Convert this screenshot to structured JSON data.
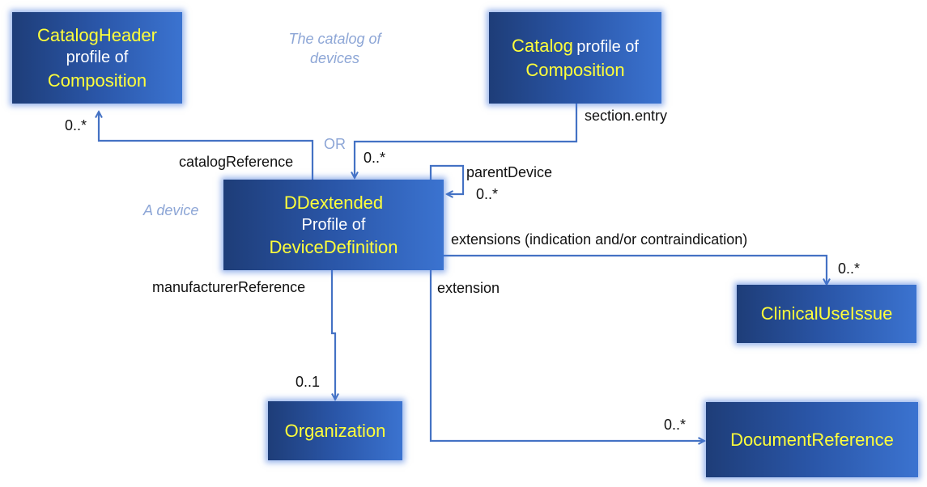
{
  "boxes": {
    "catalog_header": {
      "name": "CatalogHeader",
      "relation": "profile of",
      "base": "Composition"
    },
    "catalog": {
      "name": "Catalog",
      "relation": "profile of",
      "base": "Composition"
    },
    "ddextended": {
      "name": "DDextended",
      "relation": "Profile of",
      "base": "DeviceDefinition"
    },
    "clinical_use_issue": {
      "name": "ClinicalUseIssue"
    },
    "organization": {
      "name": "Organization"
    },
    "document_reference": {
      "name": "DocumentReference"
    }
  },
  "notes": {
    "catalog_of_devices_line1": "The catalog of",
    "catalog_of_devices_line2": "devices",
    "a_device": "A device",
    "or": "OR"
  },
  "labels": {
    "catalog_reference": "catalogReference",
    "section_entry": "section.entry",
    "parent_device": "parentDevice",
    "extensions": "extensions (indication and/or contraindication)",
    "extension": "extension",
    "manufacturer_reference": "manufacturerReference"
  },
  "cardinalities": {
    "catalog_header": "0..*",
    "catalog_entry": "0..*",
    "parent_device": "0..*",
    "clinical_use_issue": "0..*",
    "organization": "0..1",
    "document_reference": "0..*"
  },
  "colors": {
    "highlight_text": "#ffff3a",
    "box_text": "#ffffff",
    "connector": "#4472c4",
    "note_text": "#8da6d6"
  }
}
